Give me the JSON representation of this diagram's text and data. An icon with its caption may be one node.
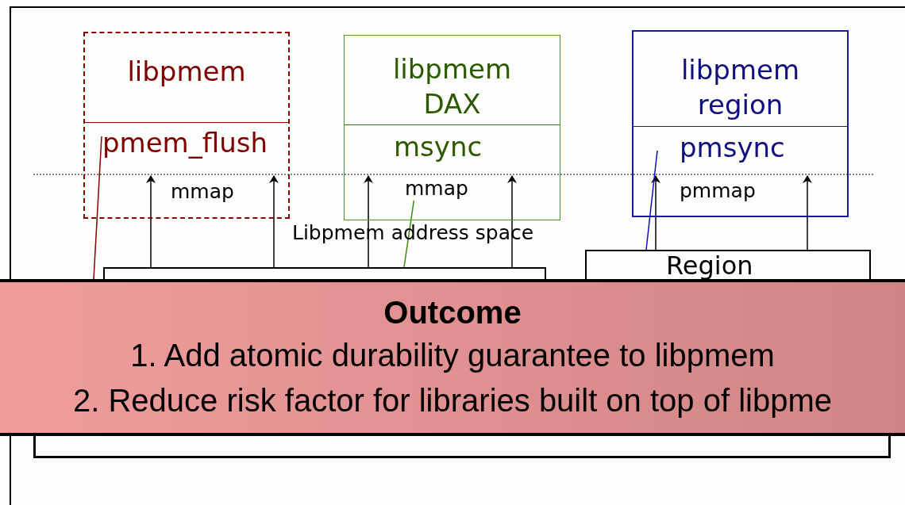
{
  "diagram": {
    "nodes": [
      {
        "text": [
          "libpmem",
          "pmem_flush",
          "mmap"
        ]
      },
      {
        "text": [
          "libpmem DAX",
          "msync",
          "mmap"
        ]
      },
      {
        "text": [
          "libpmem region",
          "pmsync",
          "pmmap"
        ]
      },
      {
        "text": [
          "Libpmem address space"
        ]
      },
      {
        "text": [
          "Region"
        ]
      },
      {
        "text": [],
        "shape": "box"
      },
      {
        "text": [
          "Outcome",
          "1. Add atomic durability guarantee to libpmem",
          "2. Reduce risk factor for libraries built on top of libpme"
        ]
      }
    ],
    "edges": [
      {
        "from": 3,
        "to": 0,
        "arrow": "to"
      },
      {
        "from": 3,
        "to": 0,
        "arrow": "to"
      },
      {
        "from": 3,
        "to": 1,
        "arrow": "to"
      },
      {
        "from": 3,
        "to": 1,
        "arrow": "to"
      },
      {
        "from": 4,
        "to": 2,
        "arrow": "to"
      },
      {
        "from": 4,
        "to": 2,
        "arrow": "to"
      },
      {
        "from": 0,
        "to": 6,
        "arrow": "none",
        "color": "#8b0000"
      },
      {
        "from": 1,
        "to": 3,
        "arrow": "none",
        "color": "#3a8a10"
      },
      {
        "from": 2,
        "to": 4,
        "arrow": "none",
        "color": "#1010c0"
      }
    ]
  }
}
